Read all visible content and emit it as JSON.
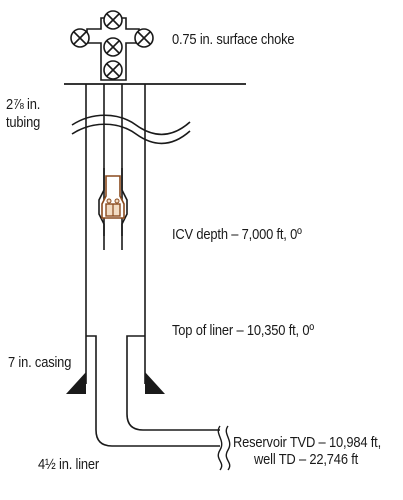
{
  "labels": {
    "choke": "0.75 in. surface choke",
    "tubing_line1": "2⅞ in.",
    "tubing_line2": "tubing",
    "icv": "ICV depth – 7,000 ft, 0º",
    "liner_top": "Top of liner – 10,350 ft, 0º",
    "casing": "7 in. casing",
    "reservoir_line1": "Reservoir TVD – 10,984 ft,",
    "reservoir_line2": "well TD – 22,746 ft",
    "liner": "4½ in. liner"
  },
  "colors": {
    "line": "#1a1a1a",
    "valve_outline": "#8a4a1e",
    "valve_fill": "#f2dcc4",
    "background": "#ffffff"
  },
  "icons": {
    "valve": "circle-x-valve",
    "packer": "triangle-packer",
    "icv": "inflow-control-valve"
  }
}
